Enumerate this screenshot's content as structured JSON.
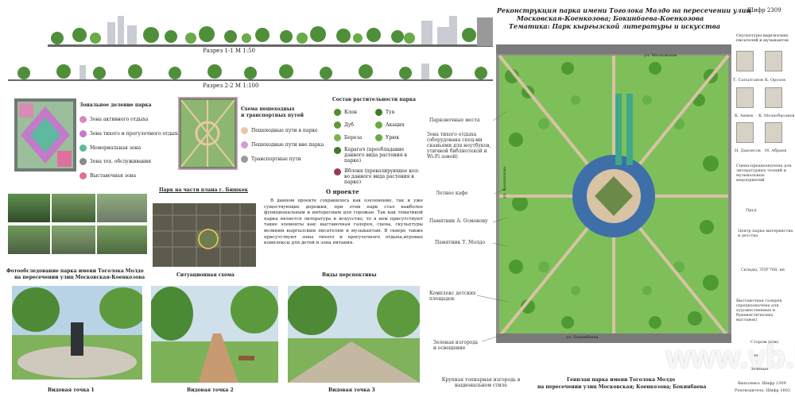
{
  "header": {
    "title_line1": "Реконструкция парка имени Тоголока Молдо на пересечении улиц",
    "title_line2": "Московская-Коенкозова; Бокинбаева-Коенкозова",
    "title_line3": "Тематика: Парк кыргызской литературы и искусства",
    "code": "Шифр 2309"
  },
  "sections": {
    "section1": "Разрез 1-1 М 1:50",
    "section2": "Разрез 2-2 М 1:100"
  },
  "zoning": {
    "title": "Зональное деление парка",
    "items": [
      {
        "label": "Зона активного отдыха",
        "color": "#d98ab6"
      },
      {
        "label": "Зона тихого и прогулочного отдыха",
        "color": "#c27ac9"
      },
      {
        "label": "Мемориальная зона",
        "color": "#5fb8a0"
      },
      {
        "label": "Зона тех. обслуживания",
        "color": "#8a8a8a"
      },
      {
        "label": "Выставочная зона",
        "color": "#e06fa0"
      }
    ]
  },
  "paths": {
    "title_line1": "Схема пешеходных",
    "title_line2": "и транспортных путей",
    "items": [
      {
        "label": "Пешеходные пути в парке",
        "color": "#e8c9a4"
      },
      {
        "label": "Пешеходные пути вне парка",
        "color": "#d79ad3"
      },
      {
        "label": "Транспортные пути",
        "color": "#9a9a9a"
      }
    ]
  },
  "vegetation": {
    "title": "Состав растительности парка",
    "items": [
      {
        "label": "Клен",
        "color": "#4f8f2f"
      },
      {
        "label": "Туя",
        "color": "#3e7d2a"
      },
      {
        "label": "Дуб",
        "color": "#5c9b36"
      },
      {
        "label": "Акация",
        "color": "#6daa3e"
      },
      {
        "label": "Береза",
        "color": "#77b84a"
      },
      {
        "label": "Урюк",
        "color": "#6aa843"
      },
      {
        "label": "Карагач (преобладание данного вида растения в парке)",
        "color": "#3f7a2a"
      },
      {
        "label": "Яблоня (превалирующее кол-во данного вида растения в парке)",
        "color": "#9a3a5a"
      }
    ]
  },
  "city_plan_title": "Парк на части плана г. Бишкек",
  "about": {
    "title": "О проекте",
    "text": "В данном проекте сохранилось как озеленение, так и уже существующие дорожки, при этом парк стал наиболее функциональным и интересным для горожан. Так как тематикой парка является литература и искусство, то в нем присутствуют такие элементы как: выставочная галерея, сцена, скульптуры великим кыргызским писателям и музыкантам. В сквере также присутствуют зоны тихого и прогулочного отдыха,игровые комплексы для детей и зона питания."
  },
  "survey_caption_line1": "Фотообследование парка имени Тоголока Молдо",
  "survey_caption_line2": "на пересечении улиц Московская-Коенкозова",
  "situation_caption": "Ситуационная схема",
  "perspectives_title": "Виды перспективы",
  "viewpoints": [
    "Видовая точка 1",
    "Видовая точка 2",
    "Видовая точка 3"
  ],
  "left_callouts": [
    "Парковочные места",
    "Зона тихого отдыха (оборудована спец-ми скамьями для ноутбуков, уличной библиотекой и Wi-Fi зоной)",
    "Летнее кафе",
    "Памятник А. Осмонову",
    "Памятник Т. Молдо",
    "Комплекс детских площадок",
    "Зеленая изгородь и освещение",
    "Крупная топиарная изгородь в национальном стиле"
  ],
  "streets": {
    "top": "ул. Московская",
    "bottom": "ул. Бокинбаева",
    "left": "ул. Коенкозова"
  },
  "plan_caption_line1": "Генплан парка имени Тоголока Молдо",
  "plan_caption_line2": "на пересечении улиц Московская; Коенкозова; Бокинбаева",
  "sculptures_title": "Скульптуры кыргызских писателей и музыкантов",
  "portraits": [
    "Т. Сатылганов",
    "К. Орозов",
    "К. Акиев",
    "К. Молдобасанов",
    "Н. Данлесов",
    "М. Абраев"
  ],
  "right_callouts": [
    "Сцена-предназначена для литературных чтений и музыкальных мероприятий",
    "Пруд",
    "Центр парка материнства и детства",
    "Склады, ТПР'768, кн",
    "Выставочная галерея (предназначена для художественных и букинистических выставок)",
    "Сторож (к/ж)"
  ],
  "footer": {
    "performer": "Выполнил: Шифр 2309",
    "supervisor": "Руководитель: Шифр 1602",
    "partial1": "Зон",
    "partial2": "Зелёные"
  },
  "watermark": "www.vb.kg"
}
